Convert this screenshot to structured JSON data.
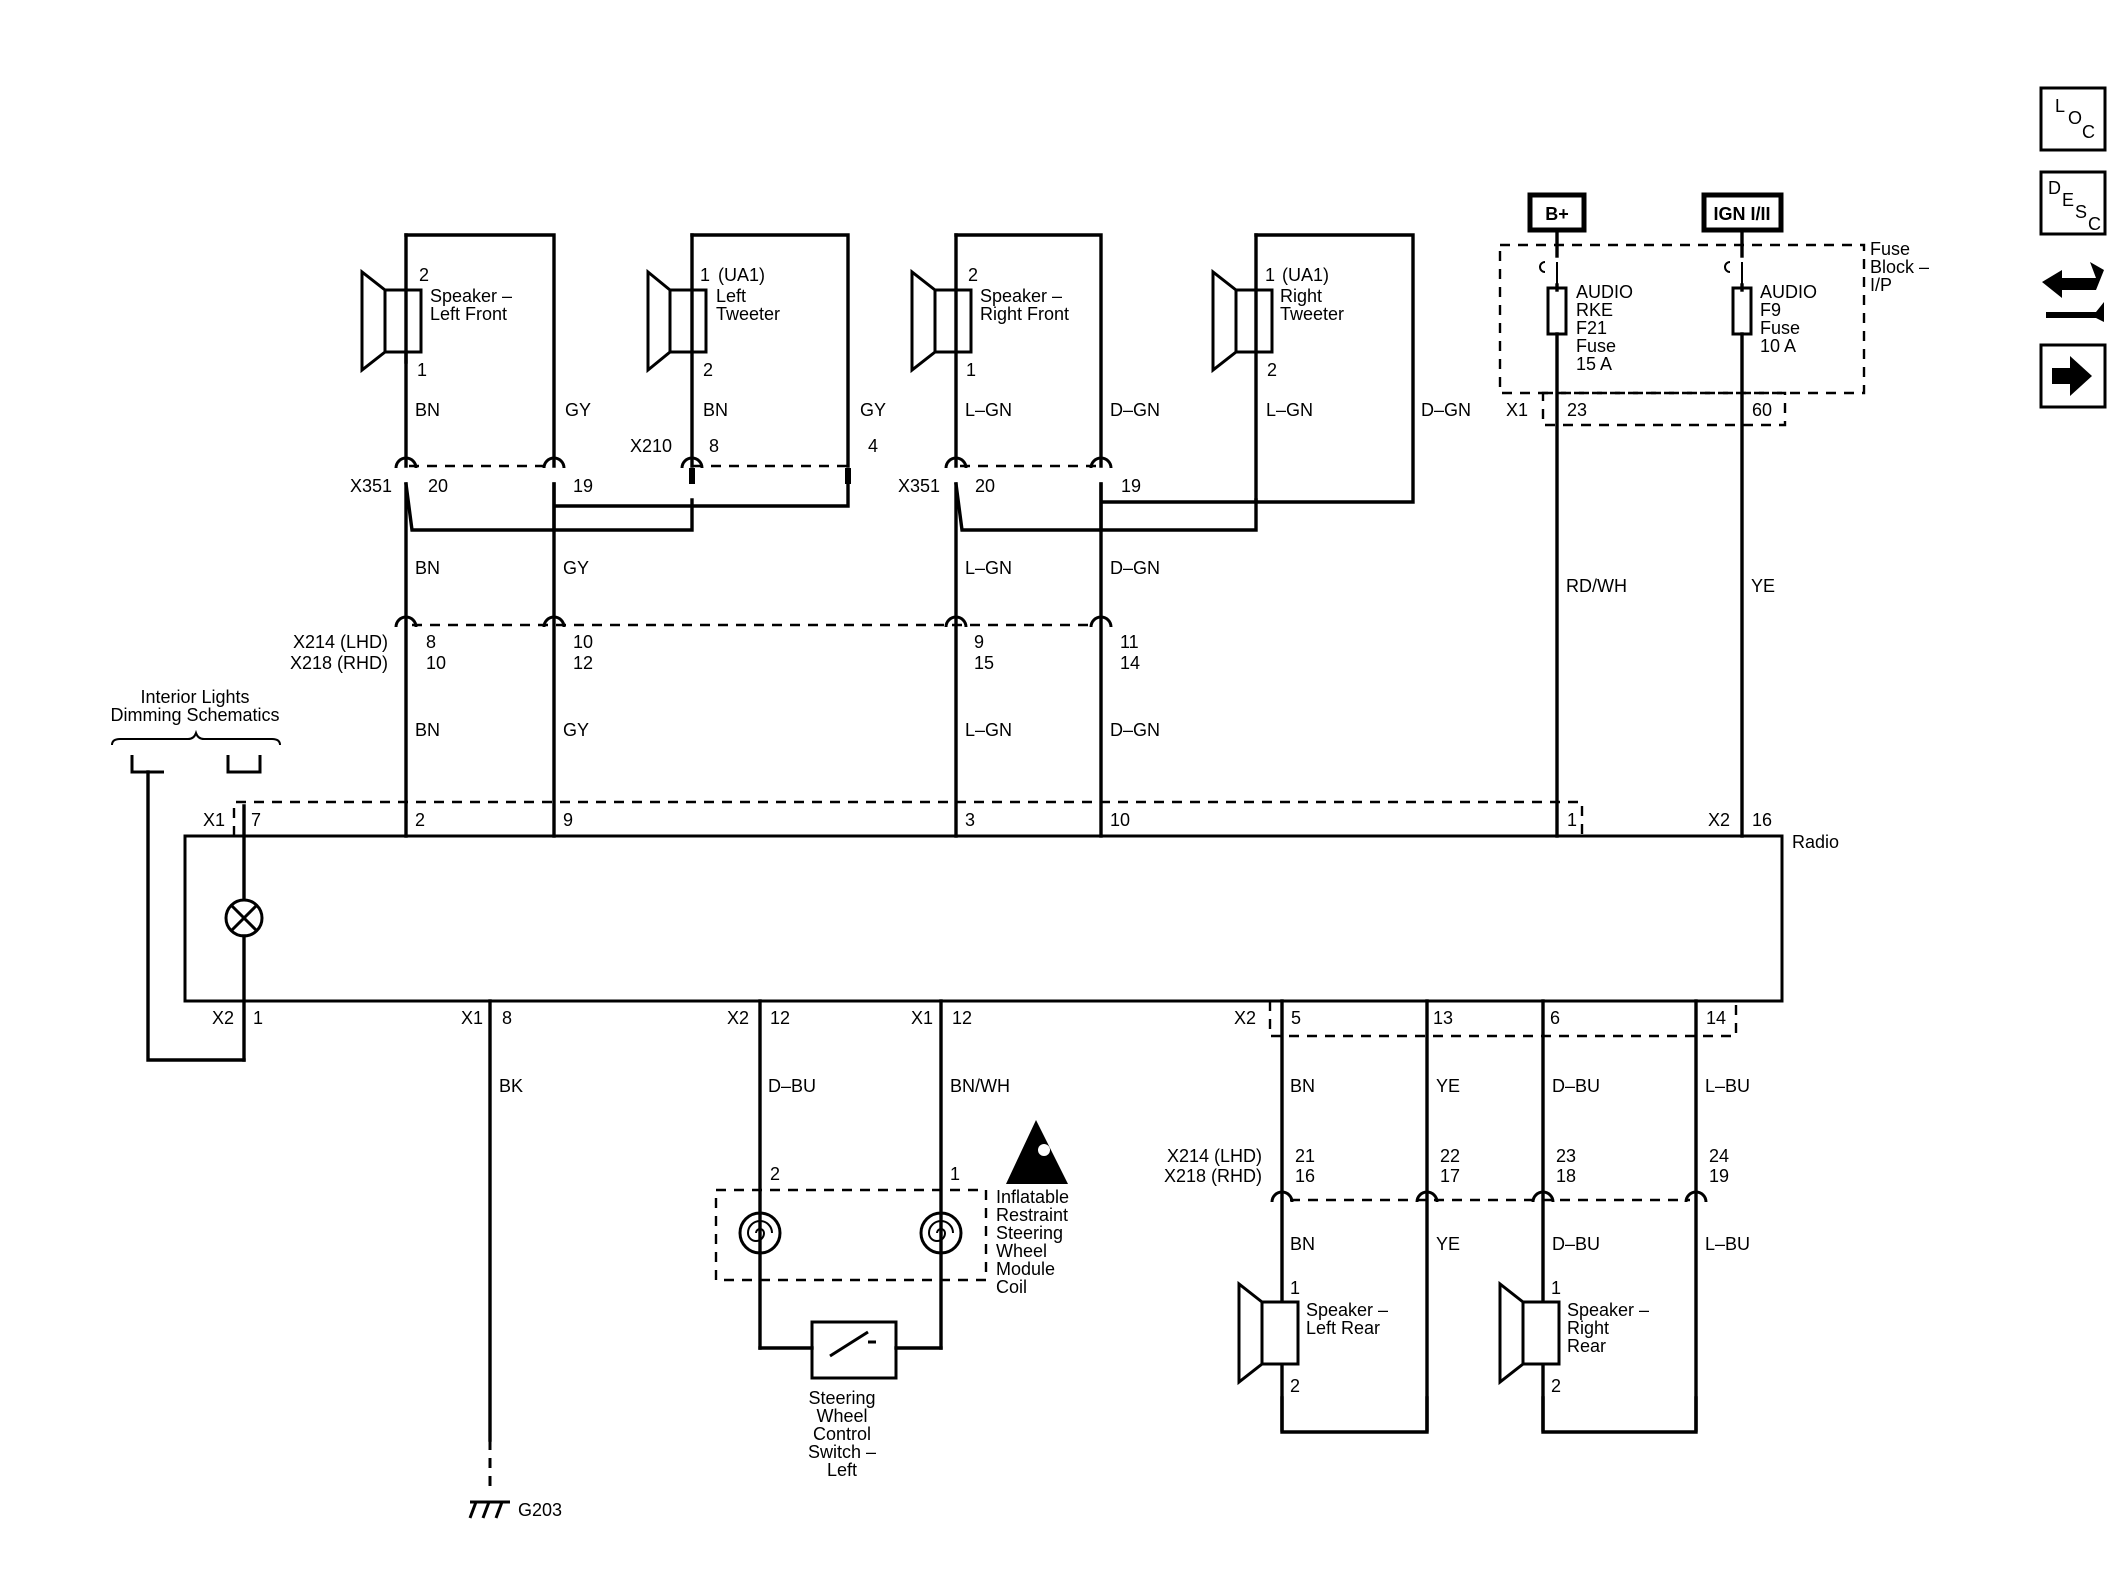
{
  "components": {
    "speaker_lf": {
      "name": "Speaker –\nLeft Front",
      "pin_top": "2",
      "pin_bottom": "1"
    },
    "tweeter_l": {
      "name": "Left\nTweeter",
      "option": "(UA1)",
      "pin_top": "1",
      "pin_bottom": "2"
    },
    "speaker_rf": {
      "name": "Speaker –\nRight Front",
      "pin_top": "2",
      "pin_bottom": "1"
    },
    "tweeter_r": {
      "name": "Right\nTweeter",
      "option": "(UA1)",
      "pin_top": "1",
      "pin_bottom": "2"
    },
    "speaker_lr": {
      "name": "Speaker –\nLeft Rear",
      "pin_top": "1",
      "pin_bottom": "2"
    },
    "speaker_rr": {
      "name": "Speaker –\nRight\nRear",
      "pin_top": "1",
      "pin_bottom": "2"
    },
    "radio": {
      "name": "Radio"
    },
    "fuse_block": {
      "name": "Fuse\nBlock –\nI/P"
    },
    "fuse_f21": {
      "name": "AUDIO\nRKE\nF21\nFuse\n15 A"
    },
    "fuse_f9": {
      "name": "AUDIO\nF9\nFuse\n10 A"
    },
    "power_bplus": {
      "label": "B+"
    },
    "power_ign": {
      "label": "IGN I/II"
    },
    "interior_lights": {
      "name": "Interior Lights\nDimming Schematics"
    },
    "airbag_coil": {
      "name": "Inflatable\nRestraint\nSteering\nWheel\nModule\nCoil",
      "pin_left": "2",
      "pin_right": "1"
    },
    "swc_switch": {
      "name": "Steering\nWheel\nControl\nSwitch –\nLeft"
    },
    "ground": {
      "label": "G203"
    }
  },
  "connectors": {
    "x351_left": "X351",
    "x351_right": "X351",
    "x210": "X210",
    "x214_upper": "X214 (LHD)",
    "x218_upper": "X218 (RHD)",
    "x214_lower": "X214 (LHD)",
    "x218_lower": "X218 (RHD)",
    "fuse_x1": "X1",
    "radio_x1_top": "X1",
    "radio_x2_top": "X2",
    "radio_x2_bl": "X2",
    "radio_x1_bk": "X1",
    "radio_x2_dbu": "X2",
    "radio_x1_bnwh": "X1",
    "radio_x2_rear": "X2"
  },
  "pins": {
    "x351_l_bn": "20",
    "x351_l_gy": "19",
    "x210_bn": "8",
    "x210_gy": "4",
    "x351_r_lgn": "20",
    "x351_r_dgn": "19",
    "x214_bn": "8",
    "x218_bn": "10",
    "x214_gy": "10",
    "x218_gy": "12",
    "x214_lgn": "9",
    "x218_lgn": "15",
    "x214_dgn": "11",
    "x218_dgn": "14",
    "fuse_23": "23",
    "fuse_60": "60",
    "radio_7": "7",
    "radio_2": "2",
    "radio_9": "9",
    "radio_3": "3",
    "radio_10": "10",
    "radio_1": "1",
    "radio_16": "16",
    "radio_b1": "1",
    "radio_b8": "8",
    "radio_b12a": "12",
    "radio_b12b": "12",
    "radio_b5": "5",
    "radio_b13": "13",
    "radio_b6": "6",
    "radio_b14": "14",
    "x214_21": "21",
    "x218_16": "16",
    "x214_22": "22",
    "x218_17": "17",
    "x214_23": "23",
    "x218_18": "18",
    "x214_24": "24",
    "x218_19": "19"
  },
  "wires": {
    "lf_top_bn": "BN",
    "lf_top_gy": "GY",
    "lt_bn": "BN",
    "lt_gy": "GY",
    "rf_top_lgn": "L–GN",
    "rf_top_dgn": "D–GN",
    "rt_lgn": "L–GN",
    "rt_dgn": "D–GN",
    "mid_bn": "BN",
    "mid_gy": "GY",
    "mid_lgn": "L–GN",
    "mid_dgn": "D–GN",
    "low_bn": "BN",
    "low_gy": "GY",
    "low_lgn": "L–GN",
    "low_dgn": "D–GN",
    "rdwh": "RD/WH",
    "ye_top": "YE",
    "bk": "BK",
    "dbu": "D–BU",
    "bnwh": "BN/WH",
    "rear_bn": "BN",
    "rear_ye": "YE",
    "rear_dbu": "D–BU",
    "rear_lbu": "L–BU",
    "spk_bn": "BN",
    "spk_ye": "YE",
    "spk_dbu": "D–BU",
    "spk_lbu": "L–BU"
  },
  "nav_icons": [
    {
      "name": "loc",
      "letters": [
        "L",
        "O",
        "C"
      ]
    },
    {
      "name": "desc",
      "letters": [
        "D",
        "E",
        "S",
        "C"
      ]
    },
    {
      "name": "wrench-arrows-icon"
    },
    {
      "name": "arrow-right-icon"
    }
  ]
}
